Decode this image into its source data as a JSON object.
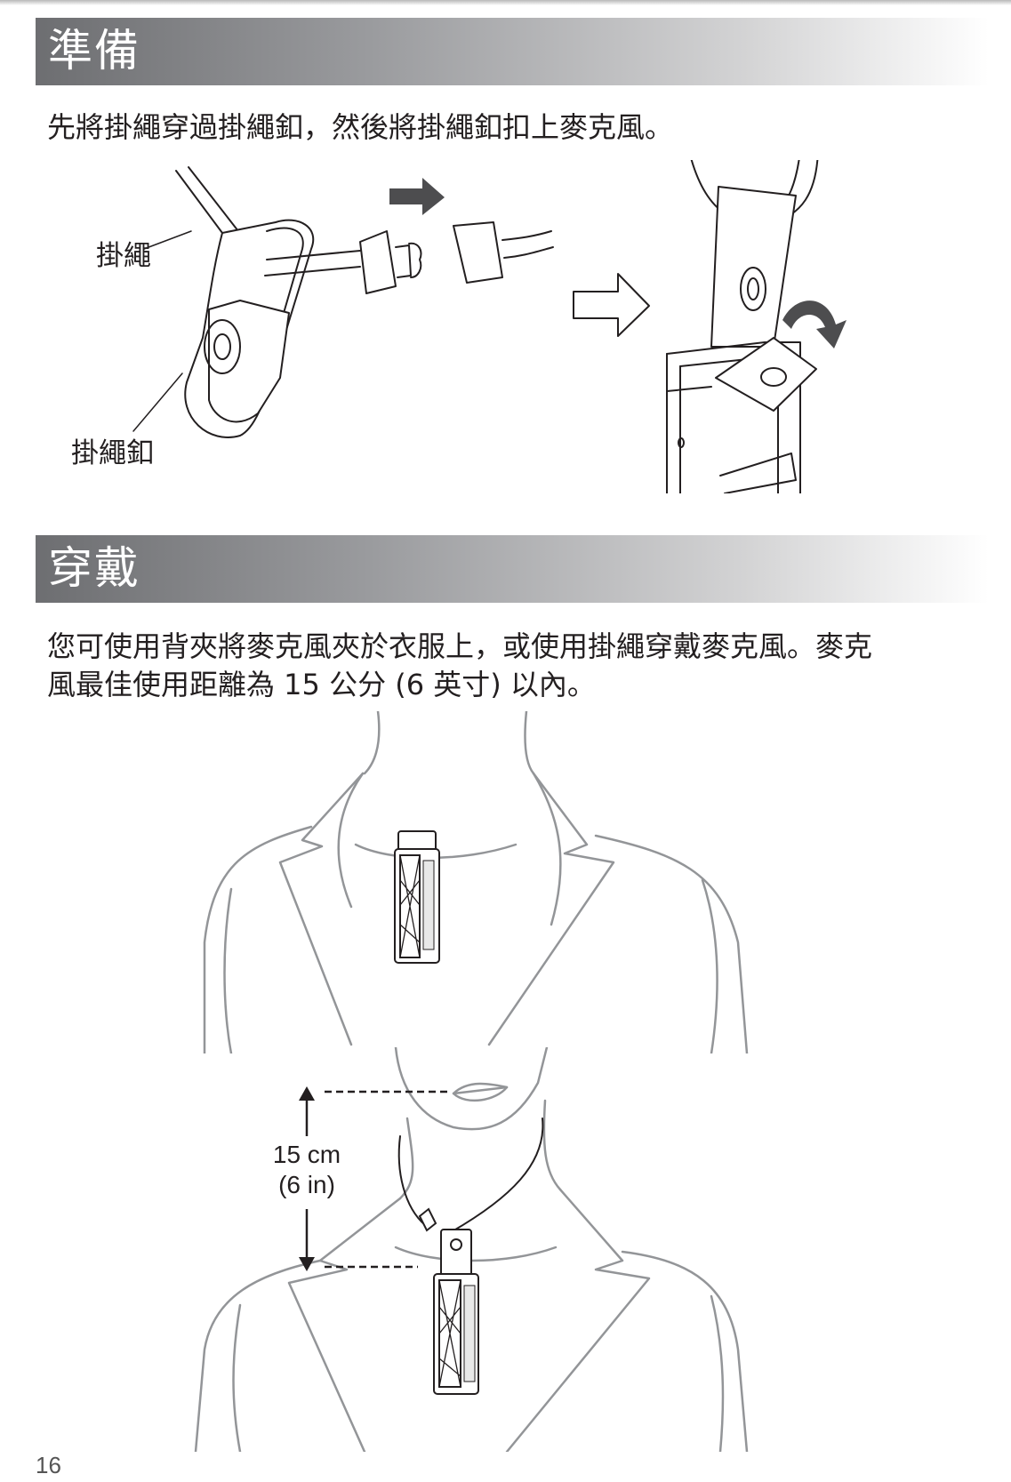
{
  "sections": [
    {
      "title": "準備",
      "text": "先將掛繩穿過掛繩釦，然後將掛繩釦扣上麥克風。",
      "figure_labels": {
        "lanyard": "掛繩",
        "lanyard_clip": "掛繩釦"
      }
    },
    {
      "title": "穿戴",
      "text_line1": "您可使用背夾將麥克風夾於衣服上，或使用掛繩穿戴麥克風。麥克",
      "text_line2": "風最佳使用距離為 15 公分 (6 英寸) 以內。",
      "figure_labels": {
        "distance_cm": "15 cm",
        "distance_in": "(6 in)"
      }
    }
  ],
  "page_number": "16",
  "colors": {
    "header_dark": "#6d6e71",
    "arrow_fill": "#4d4d4f",
    "line_gray": "#939598"
  }
}
